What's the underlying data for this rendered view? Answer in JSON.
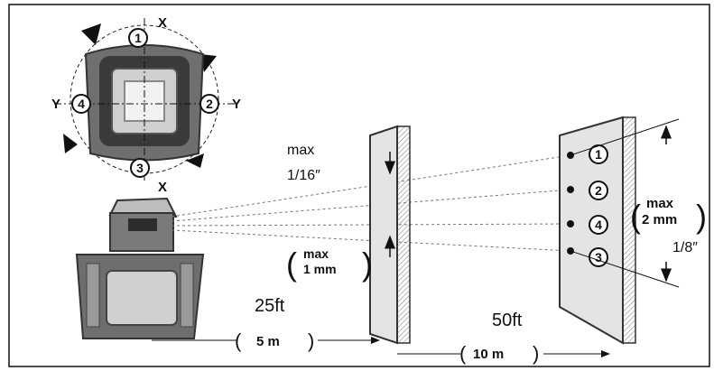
{
  "rotation": {
    "positions": [
      "1",
      "2",
      "3",
      "4"
    ],
    "axis_x": "X",
    "axis_y": "Y"
  },
  "near_target": {
    "tolerance_imperial": [
      "max",
      "1/16″"
    ],
    "tolerance_metric": [
      "max",
      "1 mm"
    ],
    "distance_imperial": "25ft",
    "distance_metric": "5 m"
  },
  "far_target": {
    "marks": [
      "1",
      "2",
      "4",
      "3"
    ],
    "tolerance_metric": [
      "max",
      "2 mm"
    ],
    "tolerance_imperial": "1/8″",
    "distance_imperial": "50ft",
    "distance_metric": "10 m"
  }
}
